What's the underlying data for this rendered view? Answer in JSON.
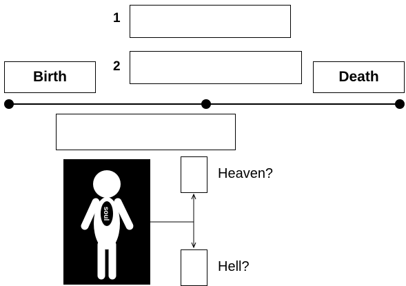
{
  "timeline": {
    "start_label": "Birth",
    "end_label": "Death"
  },
  "blanks": {
    "number_1": "1",
    "number_2": "2"
  },
  "figure": {
    "soul_label": "soul"
  },
  "afterlife": {
    "heaven_label": "Heaven?",
    "hell_label": "Hell?"
  },
  "colors": {
    "ink": "#000000",
    "paper": "#ffffff"
  }
}
